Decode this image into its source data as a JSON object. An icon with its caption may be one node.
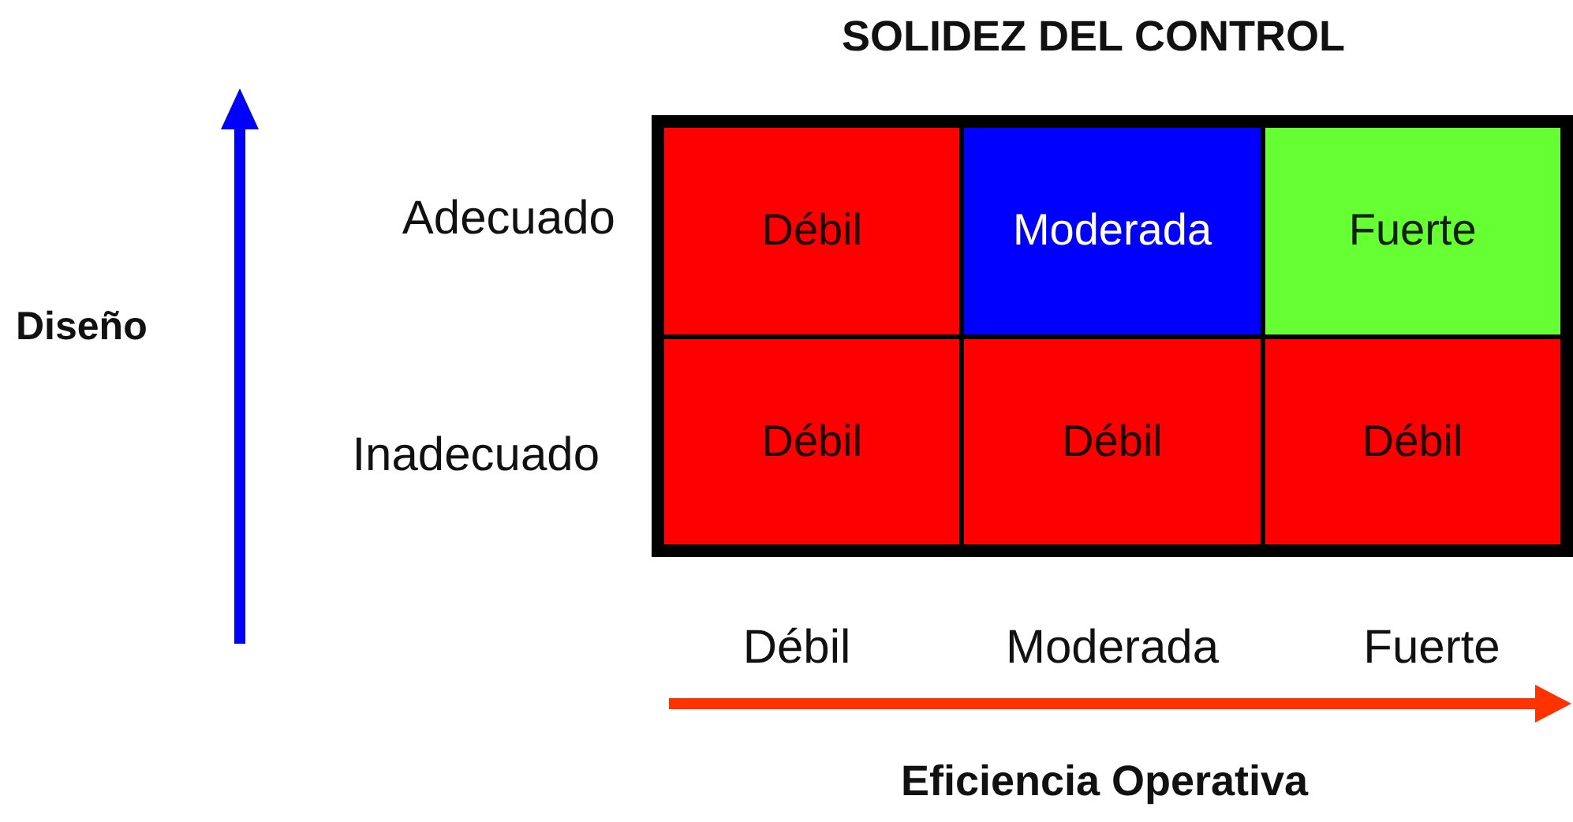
{
  "diagram": {
    "title": "SOLIDEZ DEL CONTROL",
    "nodes": [
      {
        "text": [
          "Débil"
        ]
      },
      {
        "text": [
          "Moderada"
        ]
      },
      {
        "text": [
          "Fuerte"
        ]
      },
      {
        "text": [
          "Débil"
        ]
      },
      {
        "text": [
          "Débil"
        ]
      },
      {
        "text": [
          "Débil"
        ]
      }
    ],
    "labels": [
      "Adecuado",
      "Diseño",
      "Inadecuado",
      "Débil",
      "Moderada",
      "Fuerte",
      "Eficiencia Operativa"
    ]
  }
}
